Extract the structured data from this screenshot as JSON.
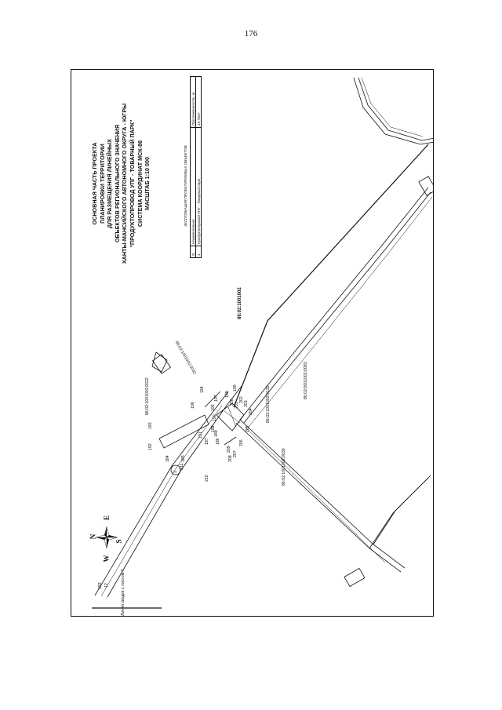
{
  "page": {
    "number": "176"
  },
  "title": {
    "lines": [
      "ОСНОВНАЯ ЧАСТЬ ПРОЕКТА",
      "ПЛАНИРОВКИ ТЕРРИТОРИИ",
      "ДЛЯ РАЗМЕЩЕНИЯ ЛИНЕЙНЫХ",
      "ОБЪЕКТОВ РЕГИОНАЛЬНОГО ЗНАЧЕНИЯ",
      "ХАНТЫ-МАНСИЙСКОГО АВТОНОМНОГО ОКРУГА - ЮГРЫ",
      "\"ПРОДУКТОПРОВОД УПГ - ТОВАРНЫЙ ПАРК\"",
      "СИСТЕМА КООРДИНАТ МСК-86",
      "МАСШТАБ 1:10 000"
    ]
  },
  "legend": {
    "title": "ЭКСПЛИКАЦИЯ ПРОЕКТИРУЕМЫХ ОБЪЕКТОВ",
    "headers": {
      "num": "N",
      "name": "Наименование",
      "length": "Протяженность, м"
    },
    "rows": [
      {
        "num": "1",
        "name": "Продуктопровод УПГ - Товарный парк",
        "length": "15 7837"
      }
    ]
  },
  "cadastral": {
    "main": "86:02:1001002",
    "p0022": "86:02:1001002:0022",
    "p0032": "86:02:1001002:0032",
    "p0132": "86:02:1001002:0132",
    "p0036": "86:02:1001002:0036",
    "p0093": "86:02:0601002:0093"
  },
  "points": {
    "p12": "12",
    "p183": "183",
    "p184": "184",
    "p185": "185",
    "p186": "186",
    "p187": "187",
    "p188": "188",
    "p189": "189",
    "p190": "190",
    "p191": "191",
    "p192": "192",
    "p193": "193",
    "p194": "194",
    "p195": "195",
    "p196": "196",
    "p197": "197",
    "p198": "198",
    "p199": "199",
    "p200": "200",
    "p201": "201",
    "p202": "202",
    "p203": "203",
    "p204": "204",
    "p205": "205",
    "p206": "206",
    "p207": "207",
    "p208": "208",
    "p209": "209",
    "p210": "210",
    "p211": "211",
    "circle1": "1"
  },
  "compass": {
    "n": "N",
    "e": "E",
    "s": "S",
    "w": "W"
  },
  "match_line": "Линия сводки с листом 7"
}
